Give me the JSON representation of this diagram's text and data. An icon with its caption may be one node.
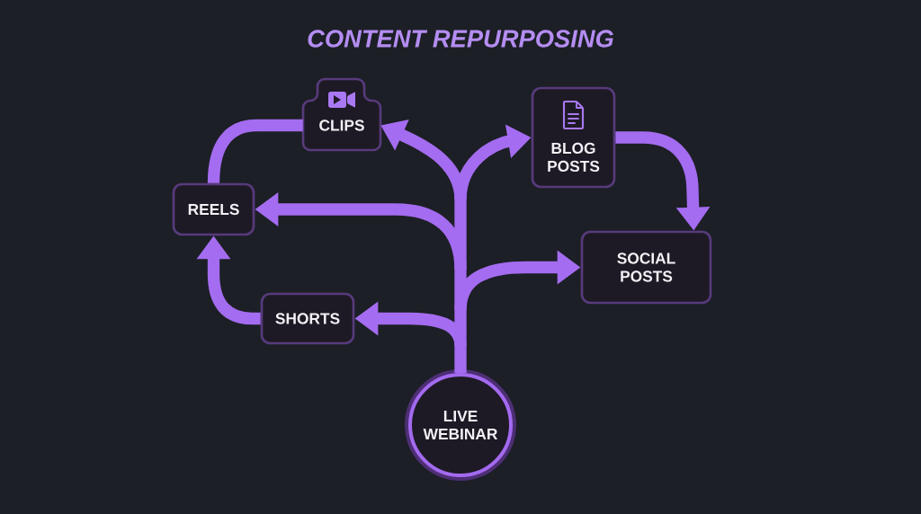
{
  "diagram": {
    "title": "CONTENT REPURPOSING",
    "nodes": [
      {
        "text": [
          "CLIPS"
        ]
      },
      {
        "text": [
          "BLOG POSTS"
        ]
      },
      {
        "text": [
          "REELS"
        ]
      },
      {
        "text": [
          "SOCIAL POSTS"
        ]
      },
      {
        "text": [
          "SHORTS"
        ]
      },
      {
        "text": [
          "LIVE WEBINAR"
        ]
      }
    ],
    "edges": [
      {
        "from": 5,
        "to": 0,
        "arrow": "to"
      },
      {
        "from": 5,
        "to": 1,
        "arrow": "to"
      },
      {
        "from": 5,
        "to": 2,
        "arrow": "to"
      },
      {
        "from": 5,
        "to": 3,
        "arrow": "to"
      },
      {
        "from": 5,
        "to": 4,
        "arrow": "to"
      },
      {
        "from": 0,
        "to": 2,
        "arrow": "none"
      },
      {
        "from": 4,
        "to": 2,
        "arrow": "to"
      },
      {
        "from": 1,
        "to": 3,
        "arrow": "to"
      }
    ]
  }
}
